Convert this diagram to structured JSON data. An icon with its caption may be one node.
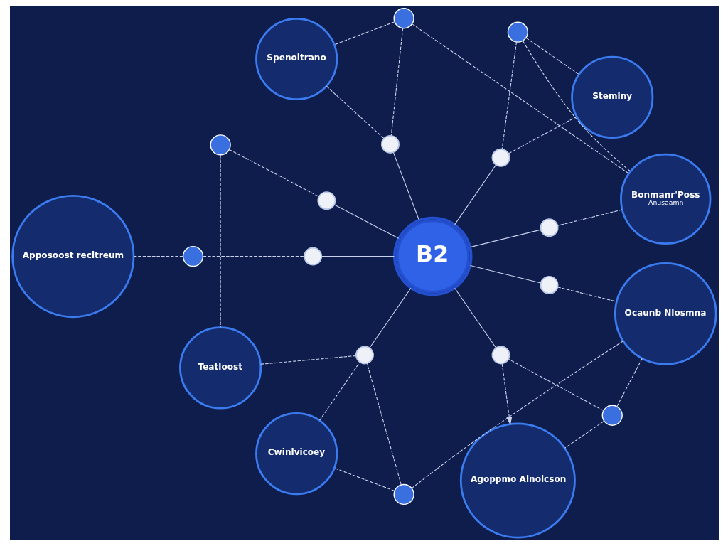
{
  "diagram": {
    "nodes": [
      {
        "text": [
          "Bonmanr'Poss",
          "Anusaamn"
        ]
      },
      {
        "text": [
          "Stemlny"
        ]
      },
      {
        "text": [],
        "shape": "circle"
      },
      {
        "text": [],
        "shape": "circle"
      },
      {
        "text": [
          "Spenoltrano"
        ]
      },
      {
        "text": [],
        "shape": "circle"
      },
      {
        "text": [],
        "shape": "circle"
      },
      {
        "text": [],
        "shape": "circle"
      },
      {
        "text": [
          "Teatloost"
        ]
      },
      {
        "text": [],
        "shape": "circle"
      },
      {
        "text": [],
        "shape": "circle"
      },
      {
        "text": [
          "B2"
        ]
      },
      {
        "text": [],
        "shape": "circle"
      },
      {
        "text": [],
        "shape": "circle"
      },
      {
        "text": [
          "Apposoost recltreum"
        ]
      },
      {
        "text": [],
        "shape": "circle"
      },
      {
        "text": [],
        "shape": "circle"
      },
      {
        "text": [],
        "shape": "circle"
      },
      {
        "text": [
          "Cwinlvicoey"
        ]
      },
      {
        "text": [],
        "shape": "circle"
      },
      {
        "text": [],
        "shape": "circle"
      },
      {
        "text": [
          "Agoppmo Alnolcson"
        ]
      },
      {
        "text": [
          "Ocaunb Nlosmna"
        ]
      }
    ],
    "edges": [
      {
        "from": 11,
        "to": 5,
        "arrow": "none"
      },
      {
        "from": 11,
        "to": 7,
        "arrow": "none"
      },
      {
        "from": 11,
        "to": 12,
        "arrow": "none"
      },
      {
        "from": 11,
        "to": 16,
        "arrow": "none"
      },
      {
        "from": 11,
        "to": 17,
        "arrow": "none"
      },
      {
        "from": 11,
        "to": 15,
        "arrow": "none"
      },
      {
        "from": 11,
        "to": 10,
        "arrow": "none"
      },
      {
        "from": 11,
        "to": 6,
        "arrow": "none"
      },
      {
        "from": 0,
        "to": 5,
        "arrow": "none",
        "style": "dashed"
      },
      {
        "from": 2,
        "to": 1,
        "arrow": "none",
        "style": "dashed"
      },
      {
        "from": 2,
        "to": 0,
        "arrow": "none",
        "style": "dashed"
      },
      {
        "from": 2,
        "to": 6,
        "arrow": "none",
        "style": "dashed"
      },
      {
        "from": 1,
        "to": 6,
        "arrow": "none",
        "style": "dashed"
      },
      {
        "from": 3,
        "to": 0,
        "arrow": "none",
        "style": "dashed"
      },
      {
        "from": 3,
        "to": 4,
        "arrow": "none",
        "style": "dashed"
      },
      {
        "from": 3,
        "to": 7,
        "arrow": "none",
        "style": "dashed"
      },
      {
        "from": 4,
        "to": 7,
        "arrow": "none",
        "style": "dashed"
      },
      {
        "from": 9,
        "to": 8,
        "arrow": "none",
        "style": "dashed"
      },
      {
        "from": 9,
        "to": 10,
        "arrow": "none",
        "style": "dashed"
      },
      {
        "from": 13,
        "to": 12,
        "arrow": "none",
        "style": "dashed"
      },
      {
        "from": 13,
        "to": 14,
        "arrow": "none",
        "style": "dashed"
      },
      {
        "from": 8,
        "to": 15,
        "arrow": "none",
        "style": "dashed"
      },
      {
        "from": 19,
        "to": 18,
        "arrow": "none",
        "style": "dashed"
      },
      {
        "from": 19,
        "to": 15,
        "arrow": "none",
        "style": "dashed"
      },
      {
        "from": 19,
        "to": 22,
        "arrow": "none",
        "style": "dashed"
      },
      {
        "from": 18,
        "to": 15,
        "arrow": "none",
        "style": "dashed"
      },
      {
        "from": 17,
        "to": 22,
        "arrow": "none",
        "style": "dashed"
      },
      {
        "from": 20,
        "to": 22,
        "arrow": "none",
        "style": "dashed"
      },
      {
        "from": 20,
        "to": 16,
        "arrow": "none",
        "style": "dashed"
      },
      {
        "from": 20,
        "to": 21,
        "arrow": "none",
        "style": "dashed"
      },
      {
        "from": 16,
        "to": 21,
        "arrow": "to",
        "style": "dashed"
      }
    ]
  }
}
